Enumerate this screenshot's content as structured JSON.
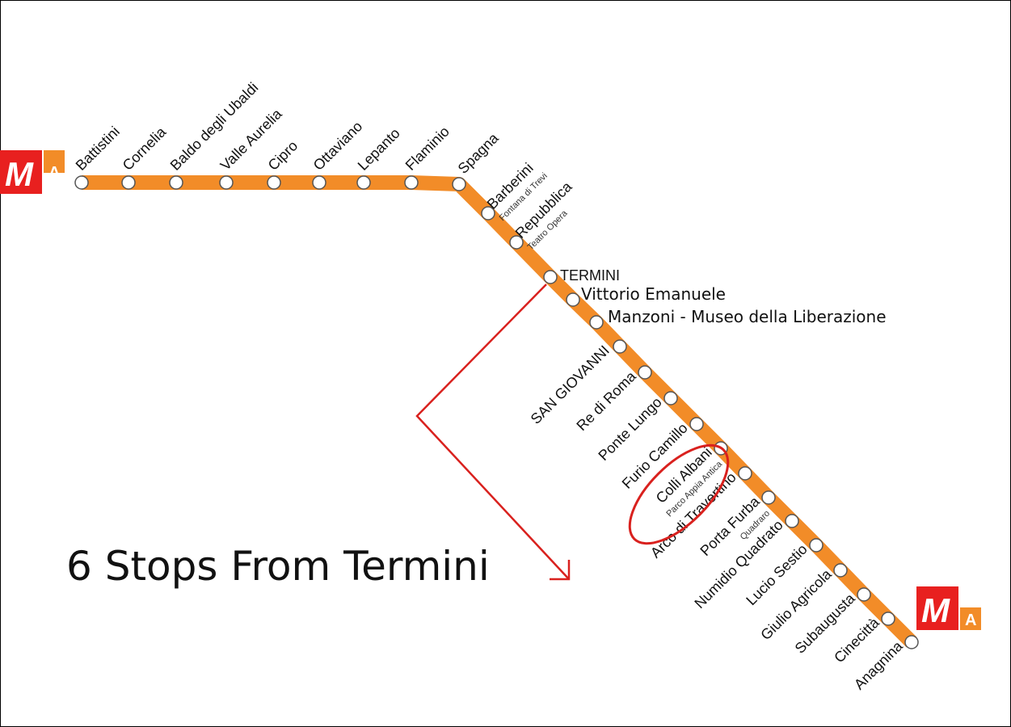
{
  "line": {
    "color": "#F28C28",
    "logo_letter": "M",
    "logo_line": "A",
    "logo_red": "#E8201F",
    "logo_orange": "#F28C28"
  },
  "stations": [
    {
      "name": "Battistini"
    },
    {
      "name": "Cornelia"
    },
    {
      "name": "Baldo degli Ubaldi"
    },
    {
      "name": "Valle Aurelia"
    },
    {
      "name": "Cipro"
    },
    {
      "name": "Ottaviano"
    },
    {
      "name": "Lepanto"
    },
    {
      "name": "Flaminio"
    },
    {
      "name": "Spagna"
    },
    {
      "name": "Barberini",
      "sub": "Fontana di Trevi"
    },
    {
      "name": "Repubblica",
      "sub": "Teatro Opera"
    },
    {
      "name": "TERMINI"
    },
    {
      "name": "Vittorio Emanuele"
    },
    {
      "name": "Manzoni - Museo della Liberazione"
    },
    {
      "name": "SAN GIOVANNI"
    },
    {
      "name": "Re di Roma"
    },
    {
      "name": "Ponte Lungo"
    },
    {
      "name": "Furio Camillo"
    },
    {
      "name": "Colli Albani",
      "sub": "Parco Appia Antica"
    },
    {
      "name": "Arco di Travertino"
    },
    {
      "name": "Porta Furba",
      "sub": "Quadraro"
    },
    {
      "name": "Numidio Quadrato"
    },
    {
      "name": "Lucio Sestio"
    },
    {
      "name": "Giulio Agricola"
    },
    {
      "name": "Subaugusta"
    },
    {
      "name": "Cinecittà"
    },
    {
      "name": "Anagnina"
    }
  ],
  "highlight": {
    "station": "Colli Albani",
    "color": "#D9211E"
  },
  "caption": "6 Stops From Termini"
}
